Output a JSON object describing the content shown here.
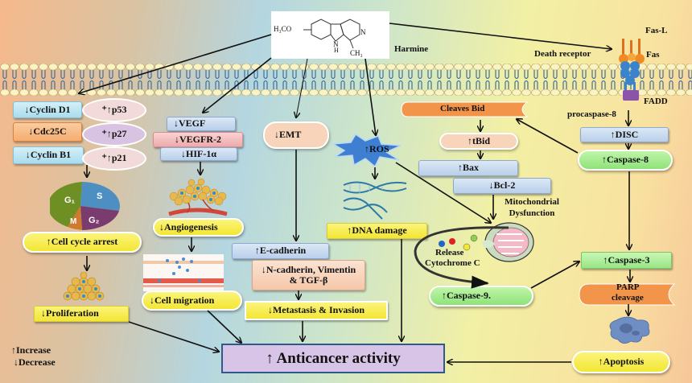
{
  "title": "Harmine anticancer mechanism",
  "compound": {
    "name": "Harmine",
    "substituent_left": "H₃CO",
    "substituent_bottom": "CH₃",
    "ring_n": "N",
    "ring_nh": "N",
    "ring_h": "H"
  },
  "receptor": {
    "fas_l": "Fas-L",
    "fas": "Fas",
    "fadd": "FADD",
    "death_receptor": "Death receptor",
    "procaspase": "procaspase-8"
  },
  "cell_cycle": {
    "cyclin_d1": "↓Cyclin D1",
    "cdc25c": "↓Cdc25C",
    "cyclin_b1": "↓Cyclin B1",
    "p53": "⁺↑p53",
    "p27": "⁺↑p27",
    "p21": "⁺↑p21",
    "phases": [
      "G₁",
      "S",
      "G₂",
      "M"
    ],
    "arrest": "↑Cell cycle arrest",
    "proliferation": "↓Proliferation"
  },
  "angiogenesis": {
    "vegf": "↓VEGF",
    "vegfr2": "↓VEGFR-2",
    "hif1a": "↓HIF-1α",
    "angiogenesis": "↓Angiogenesis",
    "migration": "↓Cell migration"
  },
  "emt": {
    "emt": "↓EMT",
    "e_cadherin": "↑E-cadherin",
    "n_cadherin": "↓N-cadherin, Vimentin & TGF-β",
    "metastasis": "↓Metastasis & Invasion"
  },
  "ros": {
    "ros": "↑ROS",
    "dna_damage": "↑DNA damage"
  },
  "mitochondria": {
    "cleaves_bid": "Cleaves Bid",
    "tbid": "↑tBid",
    "bax": "↑Bax",
    "bcl2": "↓Bcl-2",
    "dysfunction": "Mitochondrial Dysfunction",
    "release": "Release",
    "cytochrome": "Cytochrome C",
    "caspase9": "↑Caspase-9."
  },
  "extrinsic": {
    "disc": "↑DISC",
    "caspase8": "↑Caspase-8",
    "caspase3": "↑Caspase-3",
    "parp_1": "PARP",
    "parp_2": "cleavage",
    "apoptosis": "↑Apoptosis"
  },
  "result": "↑ Anticancer activity",
  "legend": {
    "increase": "↑Increase",
    "decrease": "↓Decrease"
  },
  "colors": {
    "yellow": "#f3e635",
    "green": "#8fe27a",
    "blue": "#b9cfea",
    "orange": "#f29c57",
    "anticancer_fill": "#d7c4e6",
    "anticancer_border": "#2d5a8a"
  }
}
